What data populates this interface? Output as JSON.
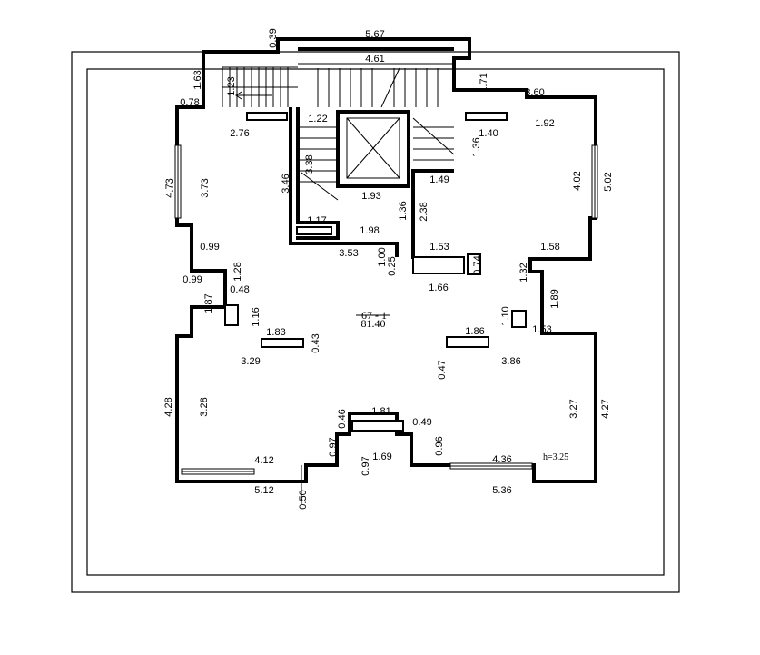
{
  "apartment": {
    "number": "67 - 1",
    "area": "81.40",
    "ceiling_height": "h=3.25"
  },
  "dimensions": [
    {
      "id": "d1",
      "text": "0.39",
      "vertical": true
    },
    {
      "id": "d2",
      "text": "5.67"
    },
    {
      "id": "d3",
      "text": "4.61"
    },
    {
      "id": "d4",
      "text": "1.63",
      "vertical": true
    },
    {
      "id": "d5",
      "text": "1.23",
      "vertical": true
    },
    {
      "id": "d6",
      "text": "0.78"
    },
    {
      "id": "d7",
      "text": "1.71",
      "vertical": true
    },
    {
      "id": "d8",
      "text": "3.60"
    },
    {
      "id": "d9",
      "text": "1.22"
    },
    {
      "id": "d10",
      "text": "1.40"
    },
    {
      "id": "d11",
      "text": "1.92"
    },
    {
      "id": "d12",
      "text": "2.76"
    },
    {
      "id": "d13",
      "text": "1.36",
      "vertical": true
    },
    {
      "id": "d14",
      "text": "4.73",
      "vertical": true
    },
    {
      "id": "d15",
      "text": "3.73",
      "vertical": true
    },
    {
      "id": "d16",
      "text": "3.38",
      "vertical": true
    },
    {
      "id": "d17",
      "text": "3.46",
      "vertical": true
    },
    {
      "id": "d18",
      "text": "1.49"
    },
    {
      "id": "d19",
      "text": "4.02",
      "vertical": true
    },
    {
      "id": "d20",
      "text": "5.02",
      "vertical": true
    },
    {
      "id": "d21",
      "text": "1.93"
    },
    {
      "id": "d22",
      "text": "2.38",
      "vertical": true
    },
    {
      "id": "d23",
      "text": "1.17"
    },
    {
      "id": "d24",
      "text": "1.98"
    },
    {
      "id": "d25",
      "text": "1.36",
      "vertical": true
    },
    {
      "id": "d26",
      "text": "0.99"
    },
    {
      "id": "d27",
      "text": "3.53"
    },
    {
      "id": "d28",
      "text": "1.00",
      "vertical": true
    },
    {
      "id": "d29",
      "text": "1.53"
    },
    {
      "id": "d30",
      "text": "1.58"
    },
    {
      "id": "d31",
      "text": "0.25",
      "vertical": true
    },
    {
      "id": "d32",
      "text": "0.74",
      "vertical": true
    },
    {
      "id": "d33",
      "text": "1.28",
      "vertical": true
    },
    {
      "id": "d34",
      "text": "0.99"
    },
    {
      "id": "d35",
      "text": "1.32",
      "vertical": true
    },
    {
      "id": "d36",
      "text": "0.48"
    },
    {
      "id": "d37",
      "text": "1.66"
    },
    {
      "id": "d38",
      "text": "1.87",
      "vertical": true
    },
    {
      "id": "d39",
      "text": "1.16",
      "vertical": true
    },
    {
      "id": "d40",
      "text": "1.89",
      "vertical": true
    },
    {
      "id": "d41",
      "text": "1.10",
      "vertical": true
    },
    {
      "id": "d42",
      "text": "1.83"
    },
    {
      "id": "d43",
      "text": "1.86"
    },
    {
      "id": "d44",
      "text": "1.53"
    },
    {
      "id": "d45",
      "text": "0.43",
      "vertical": true
    },
    {
      "id": "d46",
      "text": "3.29"
    },
    {
      "id": "d47",
      "text": "3.86"
    },
    {
      "id": "d48",
      "text": "0.47",
      "vertical": true
    },
    {
      "id": "d49",
      "text": "4.28",
      "vertical": true
    },
    {
      "id": "d50",
      "text": "3.28",
      "vertical": true
    },
    {
      "id": "d51",
      "text": "1.81"
    },
    {
      "id": "d52",
      "text": "0.46",
      "vertical": true
    },
    {
      "id": "d53",
      "text": "0.49"
    },
    {
      "id": "d54",
      "text": "3.27",
      "vertical": true
    },
    {
      "id": "d55",
      "text": "4.27",
      "vertical": true
    },
    {
      "id": "d56",
      "text": "0.97",
      "vertical": true
    },
    {
      "id": "d57",
      "text": "0.96",
      "vertical": true
    },
    {
      "id": "d58",
      "text": "4.12"
    },
    {
      "id": "d59",
      "text": "4.36"
    },
    {
      "id": "d60",
      "text": "0.97",
      "vertical": true
    },
    {
      "id": "d61",
      "text": "1.69"
    },
    {
      "id": "d62",
      "text": "5.12"
    },
    {
      "id": "d63",
      "text": "5.36"
    },
    {
      "id": "d64",
      "text": "0.50",
      "vertical": true
    }
  ]
}
